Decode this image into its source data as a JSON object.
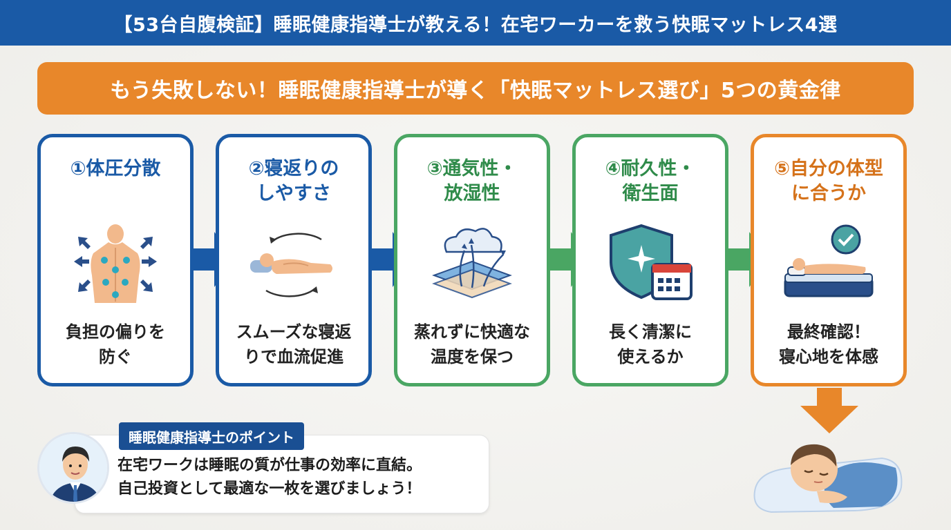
{
  "header": {
    "title": "【53台自腹検証】睡眠健康指導士が教える！在宅ワーカーを救う快眠マットレス4選"
  },
  "subheader": {
    "title": "もう失敗しない！睡眠健康指導士が導く「快眠マットレス選び」5つの黄金律"
  },
  "steps": [
    {
      "title": "①体圧分散",
      "description": "負担の偏りを\n防ぐ",
      "icon": "body-pressure-icon",
      "color": "#1a5aa6"
    },
    {
      "title": "②寝返りの\nしやすさ",
      "description": "スムーズな寝返\nりで血流促進",
      "icon": "turning-over-icon",
      "color": "#1a5aa6"
    },
    {
      "title": "③通気性・\n放湿性",
      "description": "蒸れずに快適な\n温度を保つ",
      "icon": "breathable-layer-icon",
      "color": "#4aa663"
    },
    {
      "title": "④耐久性・\n衛生面",
      "description": "長く清潔に\n使えるか",
      "icon": "shield-calendar-icon",
      "color": "#4aa663"
    },
    {
      "title": "⑤自分の体型\nに合うか",
      "description": "最終確認！\n寝心地を体感",
      "icon": "mattress-check-icon",
      "color": "#e8872a"
    }
  ],
  "advisor": {
    "tag": "睡眠健康指導士のポイント",
    "line1": "在宅ワークは睡眠の質が仕事の効率に直結。",
    "line2": "自己投資として最適な一枚を選びましょう！"
  },
  "colors": {
    "blue": "#1a5aa6",
    "green": "#4aa663",
    "orange": "#e8872a"
  }
}
